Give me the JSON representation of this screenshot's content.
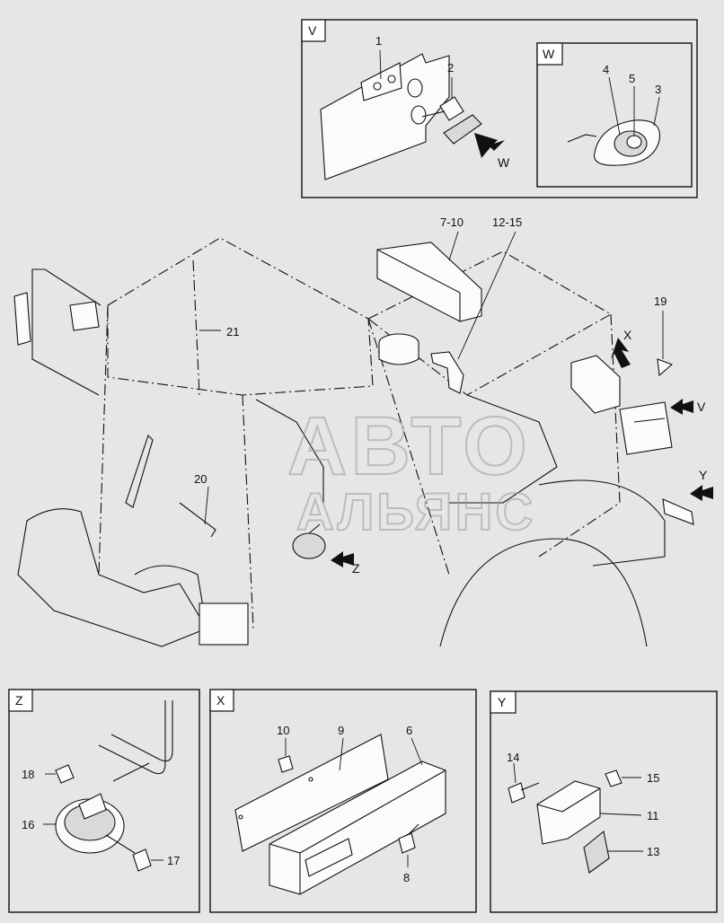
{
  "inset_v": {
    "tag": "V",
    "labels": [
      "1",
      "2"
    ],
    "arrow_label": "W"
  },
  "inset_w": {
    "tag": "W",
    "labels": [
      "4",
      "5",
      "3"
    ]
  },
  "main": {
    "labels": [
      "7-10",
      "12-15",
      "19",
      "21",
      "20"
    ],
    "arrows": [
      "X",
      "V",
      "Y",
      "Z"
    ]
  },
  "inset_z": {
    "tag": "Z",
    "labels": [
      "18",
      "16",
      "17"
    ]
  },
  "inset_x": {
    "tag": "X",
    "labels": [
      "10",
      "9",
      "6",
      "8"
    ]
  },
  "inset_y": {
    "tag": "Y",
    "labels": [
      "14",
      "15",
      "11",
      "13"
    ]
  },
  "watermark": {
    "line1": "АВТО",
    "line2": "АЛЬЯНС"
  },
  "colors": {
    "background": "#e6e6e6",
    "ink": "#111111",
    "watermark": "#9a9a9a"
  }
}
